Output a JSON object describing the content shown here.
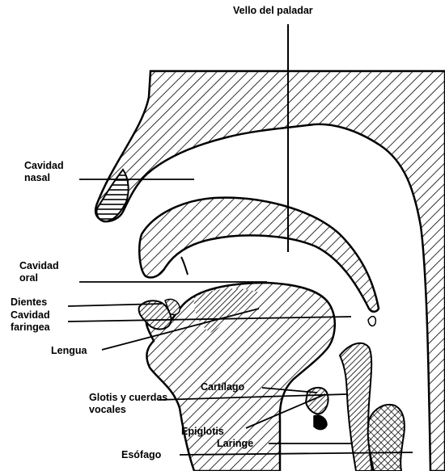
{
  "labels": {
    "vello": "Vello del paladar",
    "cavidad_nasal": [
      "Cavidad",
      "nasal"
    ],
    "cavidad_oral": [
      "Cavidad",
      "oral"
    ],
    "dientes": "Dientes",
    "cavidad_faringea": [
      "Cavidad",
      "faringea"
    ],
    "lengua": "Lengua",
    "cartilago": "Cartílago",
    "glotis": [
      "Glotis y cuerdas",
      "vocales"
    ],
    "epiglotis": "Epiglotis",
    "laringe": "Laringe",
    "esofago": "Esófago"
  }
}
